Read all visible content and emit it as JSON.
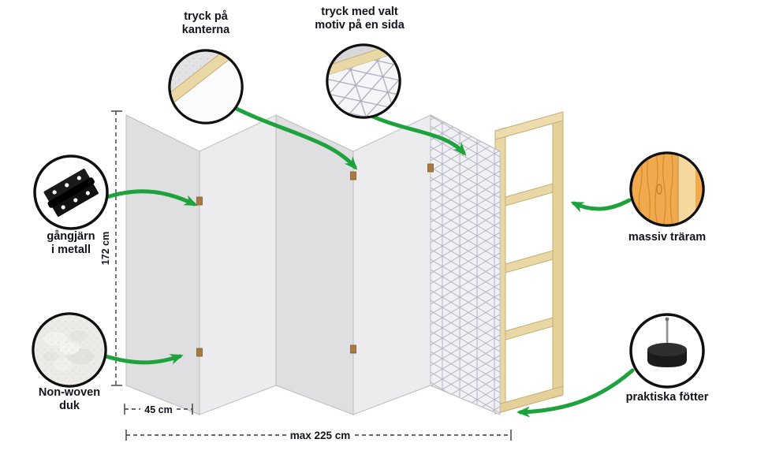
{
  "diagram_title": "room-divider-features-infographic",
  "labels": {
    "edge_print": {
      "line1": "tryck på",
      "line2": "kanterna"
    },
    "motif": {
      "line1": "tryck med valt",
      "line2": "motiv på en sida"
    },
    "hinge": {
      "line1": "gångjärn",
      "line2": "i metall"
    },
    "nonwoven": {
      "line1": "Non-woven",
      "line2": "duk"
    },
    "frame": "massiv träram",
    "feet": "praktiska fötter"
  },
  "dimensions": {
    "height": "172 cm",
    "panel_width": "45 cm",
    "max_width": "max 225 cm"
  },
  "colors": {
    "arrow_green": "#1da23c",
    "wood_frame": "#e9d7a5",
    "wood_grain": "#f0a94d",
    "panel_gray": "#e7e7e9",
    "panel_gray_dark": "#dfdfe2",
    "pattern_line": "#b4b4c2",
    "text_dark": "#14141e",
    "hinge_brown": "#a87a42"
  },
  "icons": [
    "corner-print-icon",
    "motif-pattern-icon",
    "metal-hinge-icon",
    "nonwoven-texture-icon",
    "wood-grain-icon",
    "foot-icon"
  ]
}
